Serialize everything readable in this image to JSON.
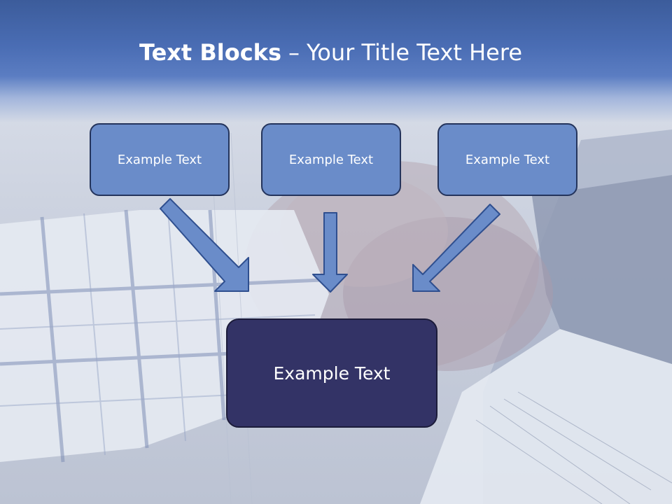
{
  "slide": {
    "title_bold": "Text Blocks",
    "title_dash": "–",
    "title_rest": "Your Title Text Here"
  },
  "blocks": [
    {
      "label": "Example Text"
    },
    {
      "label": "Example Text"
    },
    {
      "label": "Example Text"
    }
  ],
  "target_block": {
    "label": "Example Text"
  },
  "colors": {
    "header_blue": "#4a6db4",
    "block_fill": "#6a8cc9",
    "target_fill": "#333366",
    "arrow_fill": "#6a8cc9"
  },
  "icons": [
    "arrow-down-right-icon",
    "arrow-down-icon",
    "arrow-down-left-icon"
  ]
}
